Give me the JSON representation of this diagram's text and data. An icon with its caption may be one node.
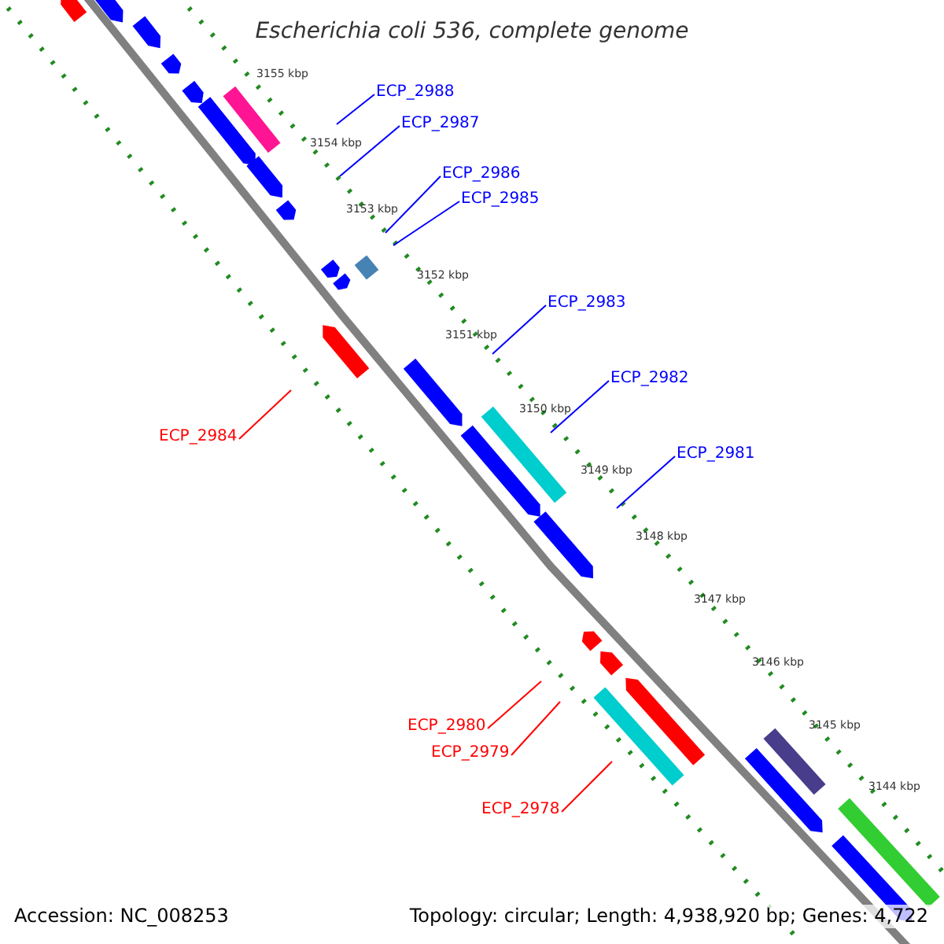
{
  "diagram": {
    "title": "Escherichia coli 536, complete genome",
    "nodes": [
      {
        "text": [
          "ECP_2988"
        ]
      },
      {
        "text": [
          "ECP_2987"
        ]
      },
      {
        "text": [
          "ECP_2986"
        ]
      },
      {
        "text": [
          "ECP_2985"
        ]
      },
      {
        "text": [
          "ECP_2983"
        ]
      },
      {
        "text": [
          "ECP_2982"
        ]
      },
      {
        "text": [
          "ECP_2984"
        ]
      },
      {
        "text": [
          "ECP_2981"
        ]
      },
      {
        "text": [
          "ECP_2980"
        ]
      },
      {
        "text": [
          "ECP_2979"
        ]
      },
      {
        "text": [
          "ECP_2978"
        ]
      }
    ],
    "edges": [
      {
        "from": 0,
        "to": null,
        "arrow": "none"
      },
      {
        "from": 1,
        "to": null,
        "arrow": "none"
      },
      {
        "from": 2,
        "to": null,
        "arrow": "none"
      },
      {
        "from": 3,
        "to": null,
        "arrow": "none"
      },
      {
        "from": 4,
        "to": null,
        "arrow": "none"
      },
      {
        "from": 5,
        "to": null,
        "arrow": "none"
      },
      {
        "from": 6,
        "to": null,
        "arrow": "none",
        "color": "#ff0000"
      },
      {
        "from": 7,
        "to": null,
        "arrow": "none"
      },
      {
        "from": 8,
        "to": null,
        "arrow": "none",
        "color": "#ff0000"
      },
      {
        "from": 9,
        "to": null,
        "arrow": "none",
        "color": "#ff0000"
      },
      {
        "from": 10,
        "to": null,
        "arrow": "none",
        "color": "#ff0000"
      }
    ],
    "labels": [
      "3155 kbp",
      "3154 kbp",
      "3153 kbp",
      "3152 kbp",
      "3151 kbp",
      "3150 kbp",
      "3149 kbp",
      "3148 kbp",
      "3147 kbp",
      "3146 kbp",
      "3145 kbp",
      "3144 kbp",
      "Accession: NC_008253",
      "Topology: circular; Length: 4,938,920 bp; Genes: 4,722"
    ]
  }
}
